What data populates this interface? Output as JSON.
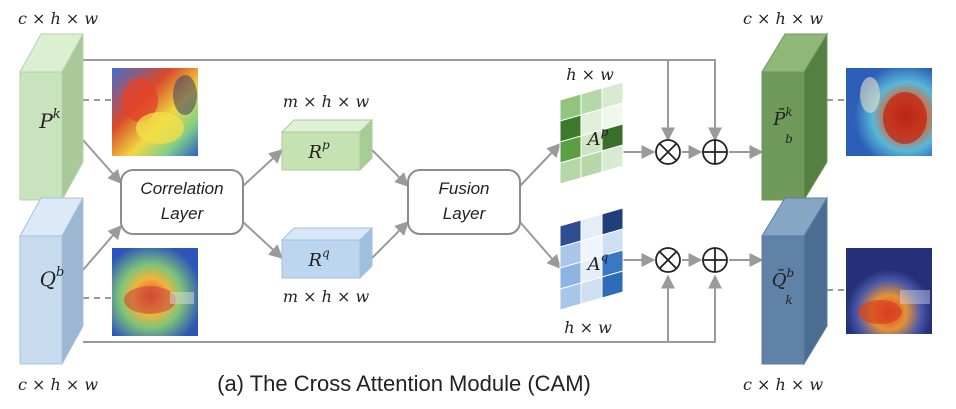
{
  "caption": "(a) The Cross Attention Module (CAM)",
  "dims": {
    "chw": "c × h × w",
    "mhw": "m × h × w",
    "hw": "h × w"
  },
  "inputs": {
    "p": {
      "base": "P",
      "sup": "k",
      "color": "#c8e3bd"
    },
    "q": {
      "base": "Q",
      "sup": "b",
      "color": "#c7dbef"
    }
  },
  "modules": {
    "correlation": {
      "line1": "Correlation",
      "line2": "Layer"
    },
    "fusion": {
      "line1": "Fusion",
      "line2": "Layer"
    }
  },
  "r_blocks": {
    "rp": {
      "base": "R",
      "sup": "p",
      "color": "#c4e2b2"
    },
    "rq": {
      "base": "R",
      "sup": "q",
      "color": "#bdd6ef"
    }
  },
  "attention": {
    "ap": {
      "base": "A",
      "sup": "p"
    },
    "aq": {
      "base": "A",
      "sup": "q"
    }
  },
  "operators": {
    "multiply": "⊗",
    "add": "⊕"
  },
  "outputs": {
    "pb": {
      "base": "P̄",
      "sub": "b",
      "sup": "k",
      "color": "#6f9a59"
    },
    "qk": {
      "base": "Q̄",
      "sub": "k",
      "sup": "b",
      "color": "#5f82a6"
    }
  }
}
